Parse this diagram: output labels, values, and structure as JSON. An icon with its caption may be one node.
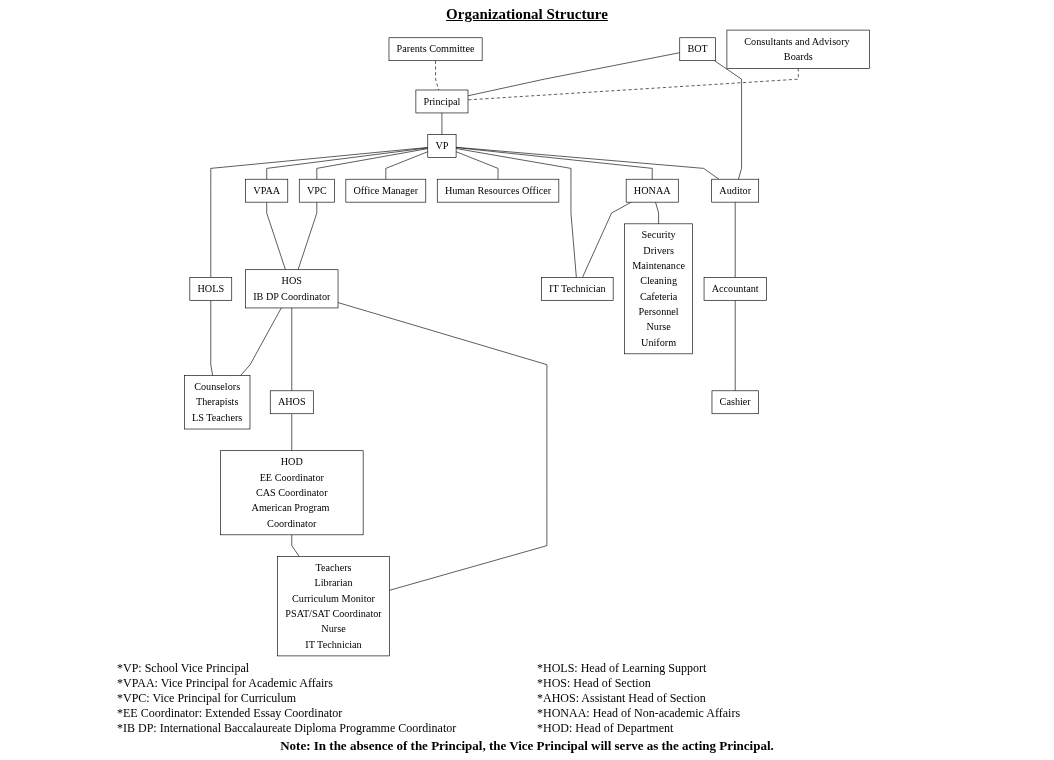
{
  "diagram": {
    "title": "Organizational Structure",
    "nodes": [
      {
        "text": [
          "BOT"
        ]
      },
      {
        "text": [
          "Parents Committee"
        ]
      },
      {
        "text": [
          "Principal"
        ]
      },
      {
        "text": [
          "Consultants and Advisory Boards"
        ]
      },
      {
        "text": [
          "VP"
        ]
      },
      {
        "text": [
          "VPAA"
        ]
      },
      {
        "text": [
          "VPC"
        ]
      },
      {
        "text": [
          "HONAA"
        ]
      },
      {
        "text": [
          "HOLS"
        ]
      },
      {
        "text": [
          "HOS",
          "IB DP Coordinator"
        ]
      },
      {
        "text": [
          "IT Technician"
        ]
      },
      {
        "text": [
          "Auditor"
        ]
      },
      {
        "text": [
          "Office Manager"
        ]
      },
      {
        "text": [
          "Human Resources Officer"
        ]
      },
      {
        "text": [
          "Counselors",
          "Therapists",
          "LS Teachers"
        ]
      },
      {
        "text": [
          "AHOS"
        ]
      },
      {
        "text": [
          "HOD",
          "EE Coordinator",
          "CAS Coordinator",
          "American Program Coordinator"
        ]
      },
      {
        "text": [
          "Accountant"
        ]
      },
      {
        "text": [
          "Security",
          "Drivers",
          "Maintenance",
          "Cleaning",
          "Cafeteria",
          "Personnel",
          "Nurse",
          "Uniform"
        ]
      },
      {
        "text": [
          "Cashier"
        ]
      },
      {
        "text": [
          "Teachers",
          "Librarian",
          "Curriculum Monitor",
          "PSAT/SAT Coordinator",
          "Nurse",
          "IT Technician"
        ]
      }
    ],
    "edges": [
      {
        "from": 0,
        "to": 2,
        "arrow": "none"
      },
      {
        "from": 0,
        "to": 11,
        "arrow": "none"
      },
      {
        "from": 1,
        "to": 2,
        "arrow": "none",
        "style": "dashed"
      },
      {
        "from": 2,
        "to": 3,
        "arrow": "none",
        "style": "dashed"
      },
      {
        "from": 2,
        "to": 4,
        "arrow": "none"
      },
      {
        "from": 4,
        "to": 8,
        "arrow": "none"
      },
      {
        "from": 4,
        "to": 5,
        "arrow": "none"
      },
      {
        "from": 4,
        "to": 6,
        "arrow": "none"
      },
      {
        "from": 4,
        "to": 12,
        "arrow": "none"
      },
      {
        "from": 4,
        "to": 13,
        "arrow": "none"
      },
      {
        "from": 4,
        "to": 10,
        "arrow": "none"
      },
      {
        "from": 4,
        "to": 7,
        "arrow": "none"
      },
      {
        "from": 4,
        "to": 11,
        "arrow": "none"
      },
      {
        "from": 7,
        "to": 10,
        "arrow": "none"
      },
      {
        "from": 7,
        "to": 18,
        "arrow": "none"
      },
      {
        "from": 5,
        "to": 9,
        "arrow": "none"
      },
      {
        "from": 6,
        "to": 9,
        "arrow": "none"
      },
      {
        "from": 8,
        "to": 14,
        "arrow": "none"
      },
      {
        "from": 9,
        "to": 14,
        "arrow": "none"
      },
      {
        "from": 9,
        "to": 15,
        "arrow": "none"
      },
      {
        "from": 9,
        "to": 20,
        "arrow": "none"
      },
      {
        "from": 15,
        "to": 16,
        "arrow": "none"
      },
      {
        "from": 16,
        "to": 20,
        "arrow": "none"
      },
      {
        "from": 11,
        "to": 17,
        "arrow": "none"
      },
      {
        "from": 17,
        "to": 19,
        "arrow": "none"
      }
    ],
    "labels": [
      "*VP: School Vice Principal",
      "*HOLS: Head of Learning Support",
      "*VPAA: Vice Principal for Academic Affairs",
      "*HOS: Head of Section",
      "*VPC: Vice Principal for Curriculum",
      "*AHOS: Assistant Head of Section",
      "*EE Coordinator: Extended Essay Coordinator",
      "*HONAA: Head of Non-academic Affairs",
      "*IB DP: International Baccalaureate Diploma Programme Coordinator",
      "*HOD: Head of Department"
    ],
    "caption": "Note: In the absence of the Principal, the Vice Principal will serve as the acting Principal."
  }
}
